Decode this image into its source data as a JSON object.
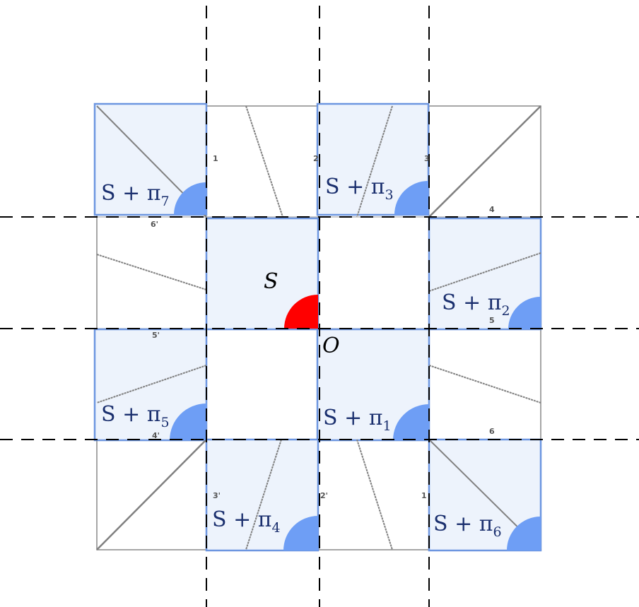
{
  "colors": {
    "tile_fill": "#edf3fc",
    "tile_stroke": "#6d96e0",
    "wedge": "#6e9ef5",
    "origin_wedge": "#ff0000",
    "dashed": "#000000",
    "outline": "#888888"
  },
  "labels": {
    "origin": "O",
    "base": "S",
    "pi1": "S + π",
    "pi2": "S + π",
    "pi3": "S + π",
    "pi4": "S + π",
    "pi5": "S + π",
    "pi6": "S + π",
    "pi7": "S + π"
  },
  "subscripts": {
    "pi1": "1",
    "pi2": "2",
    "pi3": "3",
    "pi4": "4",
    "pi5": "5",
    "pi6": "6",
    "pi7": "7"
  },
  "edge_numbers": {
    "n1_top": "1",
    "n2_top": "2",
    "n3_top": "3",
    "n4_right": "4",
    "n5_right": "5",
    "n6_right": "6",
    "n6p_left": "6'",
    "n5p_left": "5'",
    "n4p_left": "4'",
    "n3p_bottom": "3'",
    "n2p_bottom": "2'",
    "n1_bottom": "1"
  }
}
